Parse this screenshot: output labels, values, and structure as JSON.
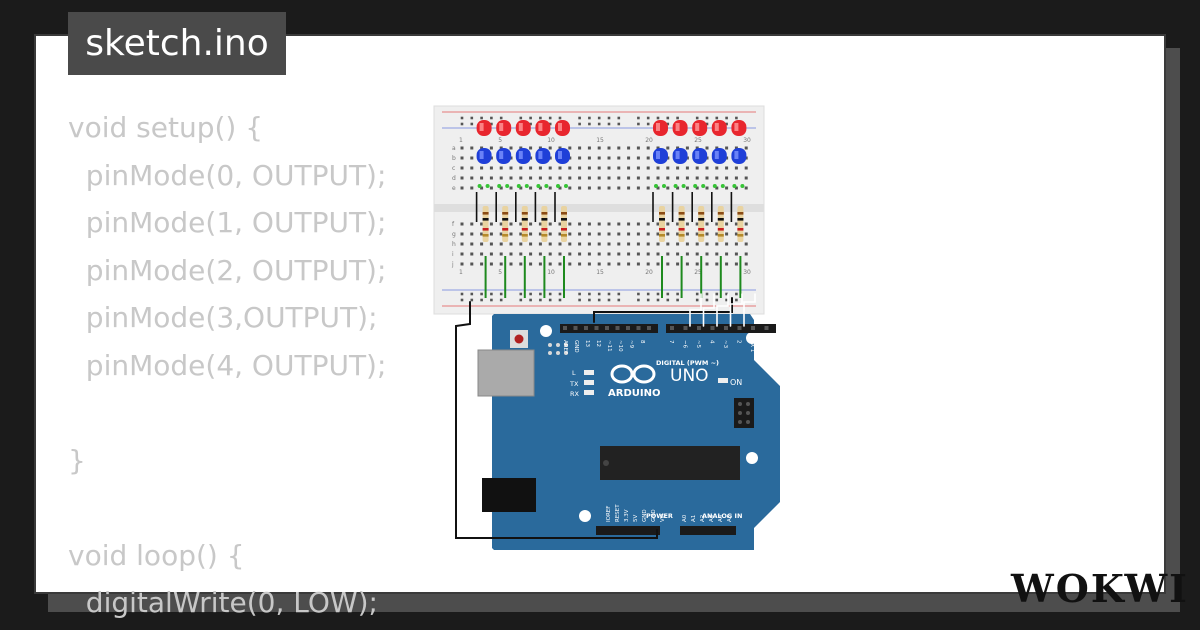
{
  "file_tab": {
    "label": "sketch.ino"
  },
  "code_lines": [
    "void setup() {",
    "  pinMode(0, OUTPUT);",
    "  pinMode(1, OUTPUT);",
    "  pinMode(2, OUTPUT);",
    "  pinMode(3,OUTPUT);",
    "  pinMode(4, OUTPUT);",
    "",
    "}",
    "",
    "void loop() {",
    "  digitalWrite(0, LOW);"
  ],
  "breadboard": {
    "row_labels_top": [
      "a",
      "b",
      "c",
      "d",
      "e"
    ],
    "row_labels_bottom": [
      "f",
      "g",
      "h",
      "i",
      "j"
    ],
    "column_numbers": [
      "1",
      "5",
      "10",
      "15",
      "20",
      "25",
      "30"
    ]
  },
  "arduino": {
    "model": "UNO",
    "brand": "ARDUINO",
    "on_label": "ON",
    "led_labels": [
      "L",
      "TX",
      "RX"
    ],
    "digital_header": "DIGITAL (PWM ~)",
    "top_pins": [
      "AREF",
      "GND",
      "13",
      "12",
      "~11",
      "~10",
      "~9",
      "8",
      "7",
      "~6",
      "~5",
      "4",
      "~3",
      "2",
      "TX 1",
      "RX 0"
    ],
    "power_header": "POWER",
    "power_pins": [
      "IOREF",
      "RESET",
      "3.3V",
      "5V",
      "GND",
      "GND",
      "Vin"
    ],
    "analog_header": "ANALOG IN",
    "analog_pins": [
      "A0",
      "A1",
      "A2",
      "A3",
      "A4",
      "A5"
    ]
  },
  "brand_logo": {
    "text": "WOKWI"
  },
  "colors": {
    "background": "#1b1b1b",
    "card": "#ffffff",
    "tab": "#4a4a4a",
    "code_text": "#c8c8c8",
    "board_blue": "#2a6a9c",
    "led_red": "#e8262e",
    "led_blue": "#1f3fd8",
    "wire_green": "#1e8a1e"
  }
}
